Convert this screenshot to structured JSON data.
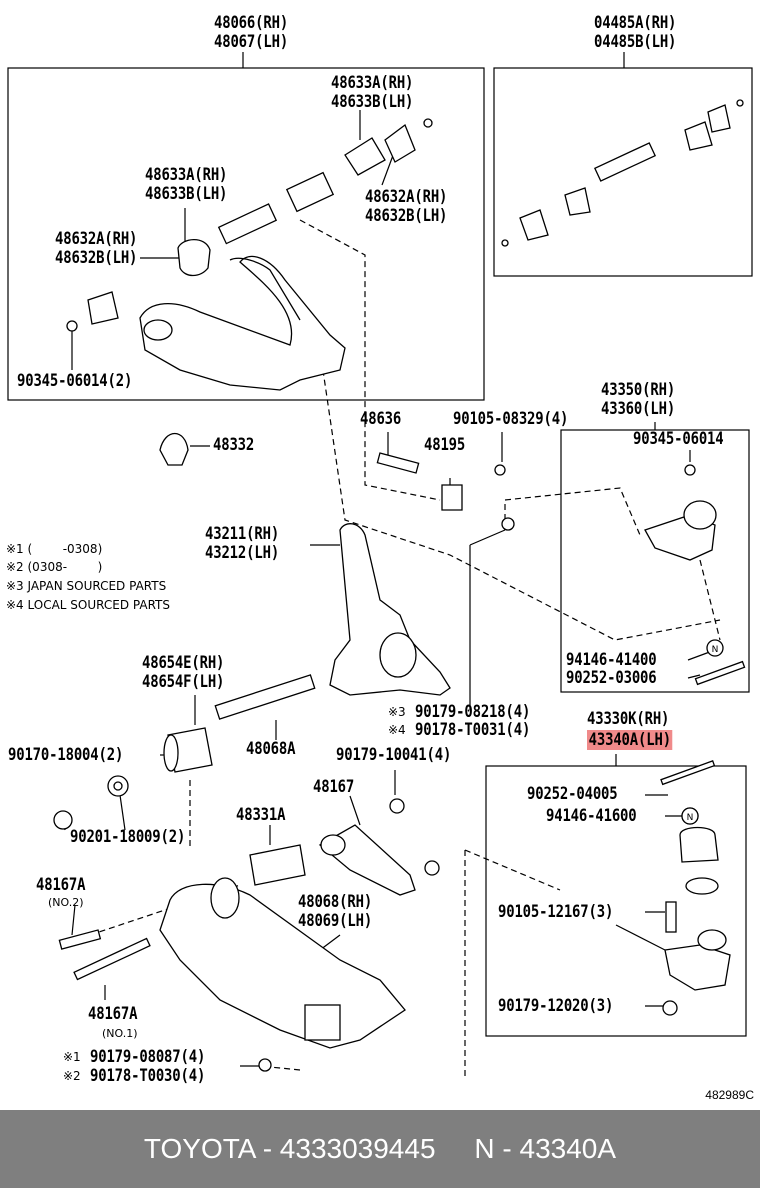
{
  "labels": {
    "upper_arm_rh": "48066(RH)",
    "upper_arm_lh": "48067(LH)",
    "kit_rh": "04485A(RH)",
    "kit_lh": "04485B(LH)",
    "bushing_a_rh_1": "48633A(RH)",
    "bushing_a_lh_1": "48633B(LH)",
    "bushing_a_rh_2": "48633A(RH)",
    "bushing_a_lh_2": "48633B(LH)",
    "bushing_b_rh_1": "48632A(RH)",
    "bushing_b_lh_1": "48632B(LH)",
    "bushing_b_rh_2": "48632A(RH)",
    "bushing_b_lh_2": "48632B(LH)",
    "bolt_90345_left": "90345-06014(2)",
    "stopper_48332": "48332",
    "part_48636": "48636",
    "bolt_90105_08329": "90105-08329(4)",
    "bracket_48195": "48195",
    "upper_ball_rh": "43350(RH)",
    "upper_ball_lh": "43360(LH)",
    "bolt_90345_right": "90345-06014",
    "knuckle_rh": "43211(RH)",
    "knuckle_lh": "43212(LH)",
    "nut_94146_41400": "94146-41400",
    "pin_90252_03006": "90252-03006",
    "bushing_48654e": "48654E(RH)",
    "bushing_48654f": "48654F(LH)",
    "nut_90179_08218": "90179-08218(4)",
    "nut_90178_t0031": "90178-T0031(4)",
    "lower_ball_rh": "43330K(RH)",
    "lower_ball_lh": "43340A(LH)",
    "nut_90170_18004": "90170-18004(2)",
    "bolt_48068a": "48068A",
    "nut_90179_10041": "90179-10041(4)",
    "pin_90252_04005": "90252-04005",
    "nut_94146_41600": "94146-41600",
    "washer_90201_18009": "90201-18009(2)",
    "bolt_48167": "48167",
    "stopper_48331a": "48331A",
    "bolt_48167a_no2": "48167A",
    "no2": "(NO.2)",
    "lower_arm_rh": "48068(RH)",
    "lower_arm_lh": "48069(LH)",
    "bolt_90105_12167": "90105-12167(3)",
    "bolt_48167a_no1": "48167A",
    "no1": "(NO.1)",
    "nut_90179_12020": "90179-12020(3)",
    "nut_90179_08087": "90179-08087(4)",
    "nut_90178_t0030": "90178-T0030(4)",
    "mark_3": "※3",
    "mark_4": "※4",
    "mark_1": "※1",
    "mark_2": "※2"
  },
  "notes": [
    "※1 (        -0308)",
    "※2 (0308-        )",
    "※3 JAPAN SOURCED PARTS",
    "※4 LOCAL SOURCED PARTS"
  ],
  "n_mark": "N",
  "doc_number": "482989C",
  "footer": "TOYOTA - 4333039445     N - 43340A",
  "colors": {
    "highlight": "#f08a8a",
    "footer_bg": "#7f7f7f",
    "footer_text": "#ffffff"
  }
}
